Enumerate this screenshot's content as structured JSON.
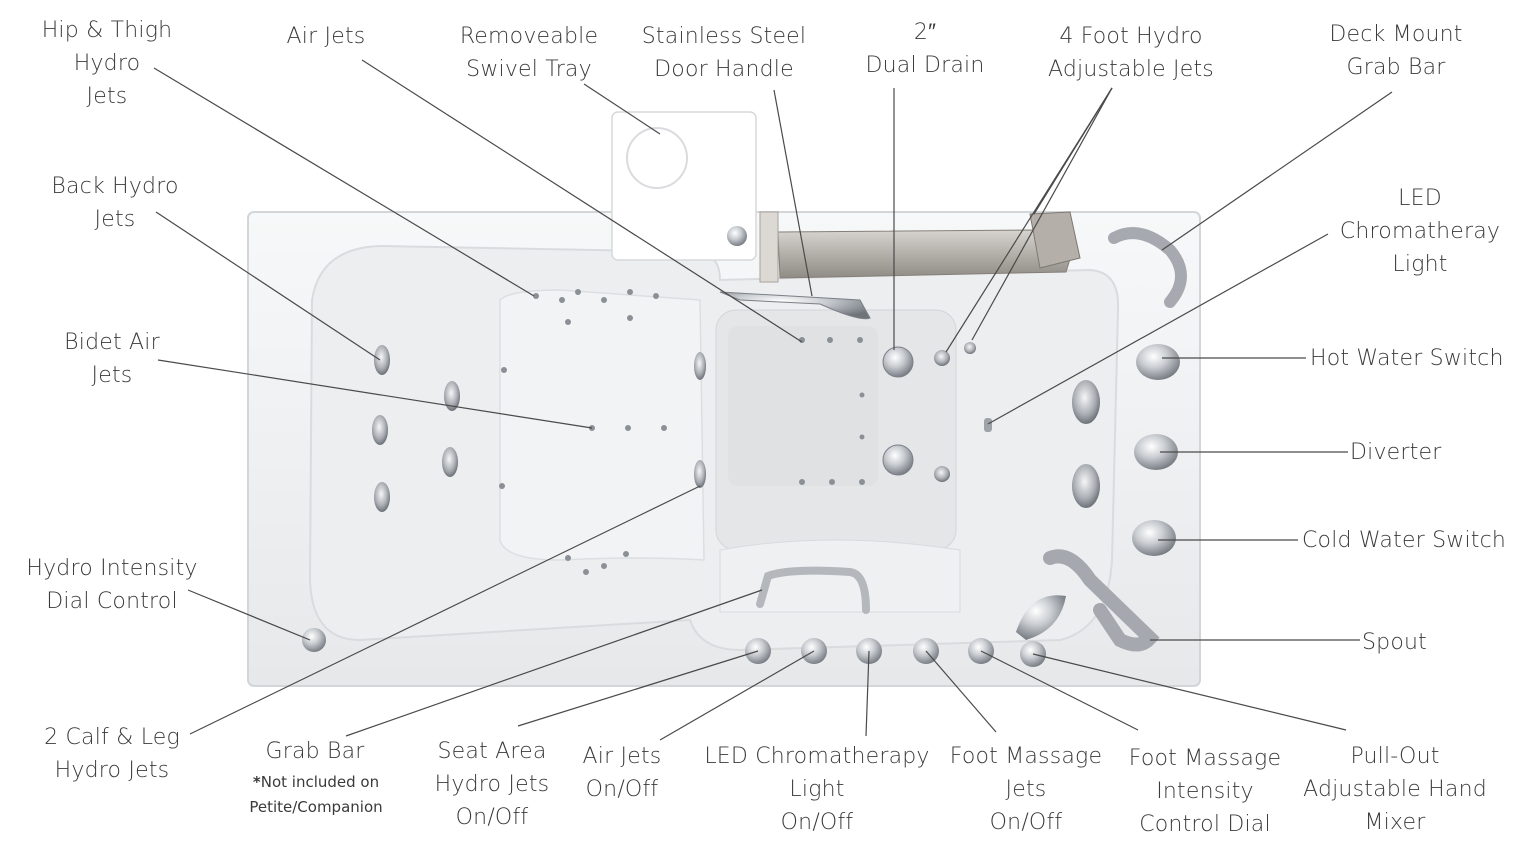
{
  "labels": {
    "hip_thigh": "Hip & Thigh\nHydro\nJets",
    "air_jets_top": "Air Jets",
    "swivel_tray": "Removeable\nSwivel Tray",
    "door_handle": "Stainless Steel\nDoor Handle",
    "dual_drain": "2″\nDual Drain",
    "foot_hydro": "4 Foot Hydro\nAdjustable Jets",
    "grab_bar_deck": "Deck Mount\nGrab Bar",
    "back_hydro": "Back Hydro\nJets",
    "led_light_right": "LED\nChromatheray\nLight",
    "bidet": "Bidet Air\nJets",
    "hot_water": "Hot Water Switch",
    "diverter": "Diverter",
    "cold_water": "Cold  Water Switch",
    "hydro_dial": "Hydro Intensity\nDial Control",
    "spout": "Spout",
    "calf_leg": "2 Calf & Leg\nHydro Jets",
    "grab_bar": "Grab Bar",
    "grab_bar_note_star": "*",
    "grab_bar_note": "Not included on\nPetite/Companion",
    "seat_hydro": "Seat Area\nHydro Jets\nOn/Off",
    "air_jets_onoff": "Air Jets\nOn/Off",
    "led_onoff": "LED Chromatherapy\nLight\nOn/Off",
    "foot_massage_jets": "Foot Massage\nJets\nOn/Off",
    "foot_massage_dial": "Foot Massage\nIntensity\nControl Dial",
    "hand_mixer": "Pull-Out\nAdjustable Hand\nMixer"
  },
  "colors": {
    "text": "#3a3a3a",
    "leader": "#4a4a4a",
    "tub_shell": "#f3f4f5",
    "tub_inner": "#e9ebed",
    "chrome": "#b9bdc2",
    "chrome_dark": "#7c8188"
  }
}
